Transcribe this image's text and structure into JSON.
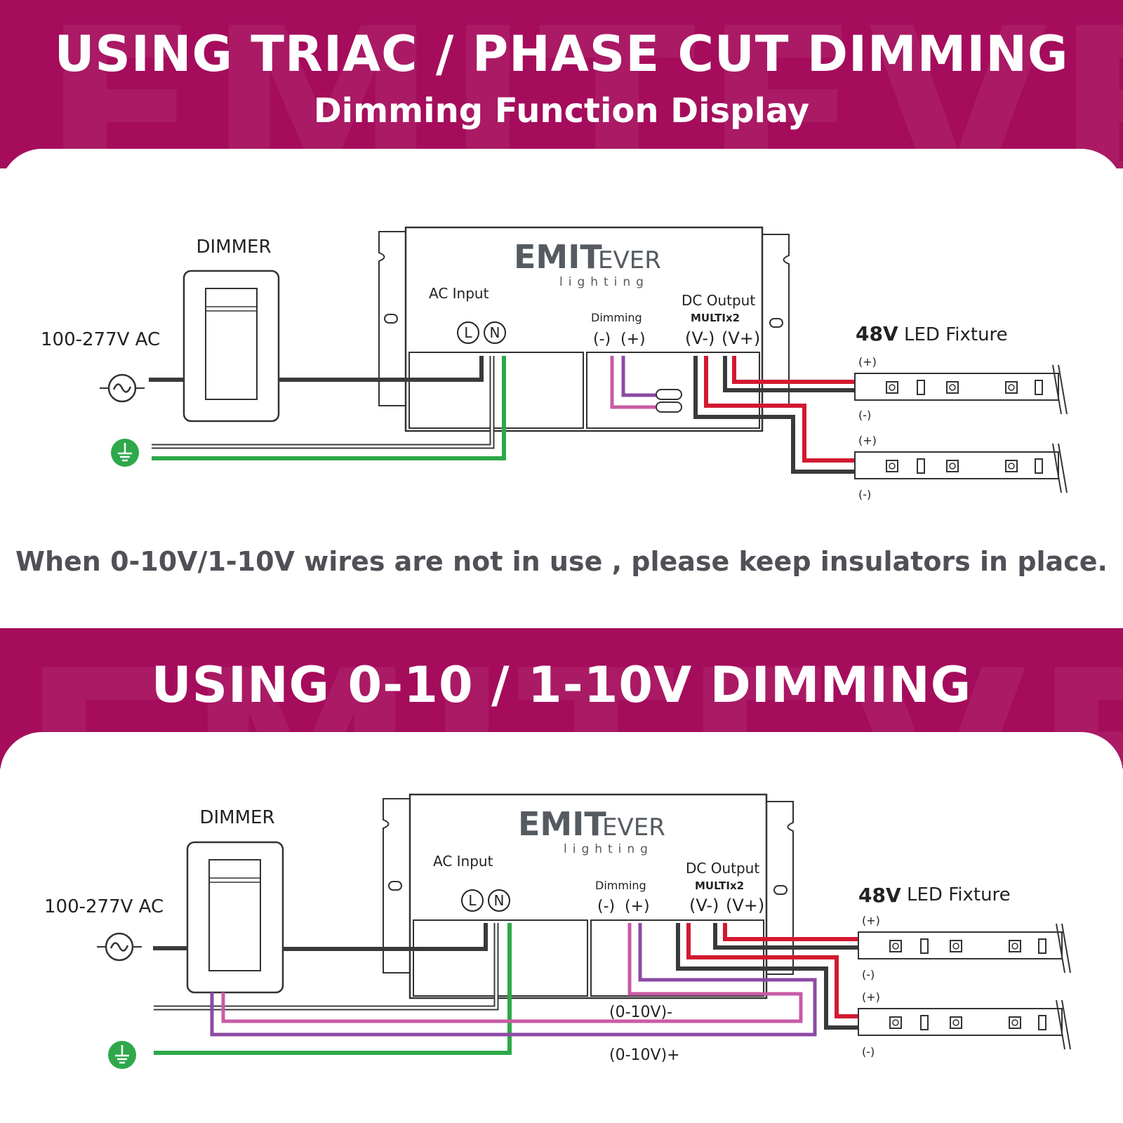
{
  "sections": [
    {
      "title": "USING TRIAC / PHASE CUT DIMMING",
      "subtitle": "Dimming Function Display",
      "note": "When 0-10V/1-10V wires are not in use , please keep insulators in place."
    },
    {
      "title": "USING 0-10 / 1-10V DIMMING"
    }
  ],
  "watermark": "EMITEVER",
  "labels": {
    "dimmer": "DIMMER",
    "ac_source": "100-277V AC",
    "brand_main": "EMIT",
    "brand_sub": "EVER",
    "brand_lighting": "lighting",
    "ac_input": "AC Input",
    "terminal_l": "L",
    "terminal_n": "N",
    "dimming": "Dimming",
    "dim_minus": "(-)",
    "dim_plus": "(+)",
    "dc_output": "DC Output",
    "multi": "MULTIx2",
    "v_minus": "(V-)",
    "v_plus": "(V+)",
    "fixture_voltage": "48V",
    "fixture_label": "LED Fixture",
    "plus": "(+)",
    "minus": "(-)",
    "dim_wire_minus": "(0-10V)-",
    "dim_wire_plus": "(0-10V)+"
  },
  "colors": {
    "band": "#a50c5c",
    "wire_black": "#3a3a3a",
    "wire_red": "#d21931",
    "wire_green": "#2ea84a",
    "wire_purple": "#8b4aa4",
    "wire_pink": "#c85ba5",
    "text_gray": "#4f5157"
  }
}
